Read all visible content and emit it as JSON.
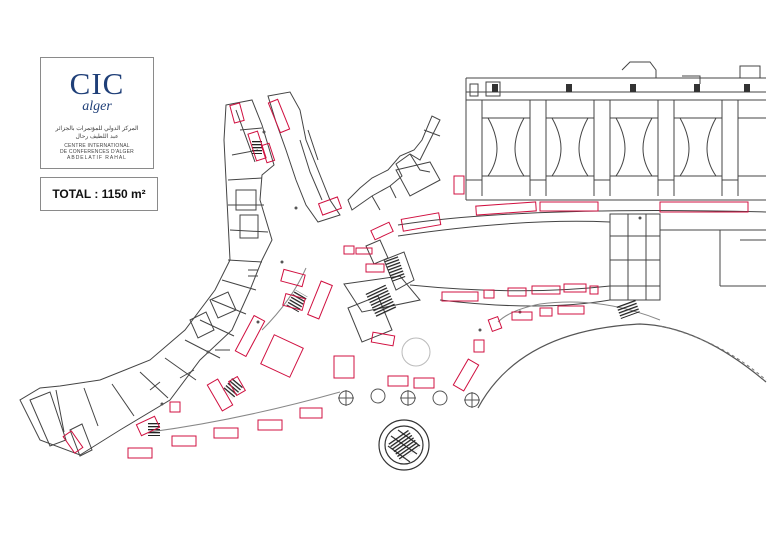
{
  "logo": {
    "main": "CIC",
    "sub": "alger",
    "arabic_line1": "المركز الدولي للمؤتمرات بالجزائر",
    "arabic_line2": "عبد اللطيف رحال",
    "line1": "CENTRE INTERNATIONAL",
    "line2": "DE CONFERENCES D'ALGER",
    "line3": "ABDELATIF RAHAL"
  },
  "total": {
    "text": "TOTAL : 1150 m²"
  },
  "colors": {
    "plan_line": "#444444",
    "stand_outline": "#d01040",
    "logo_blue": "#1f3f78"
  }
}
